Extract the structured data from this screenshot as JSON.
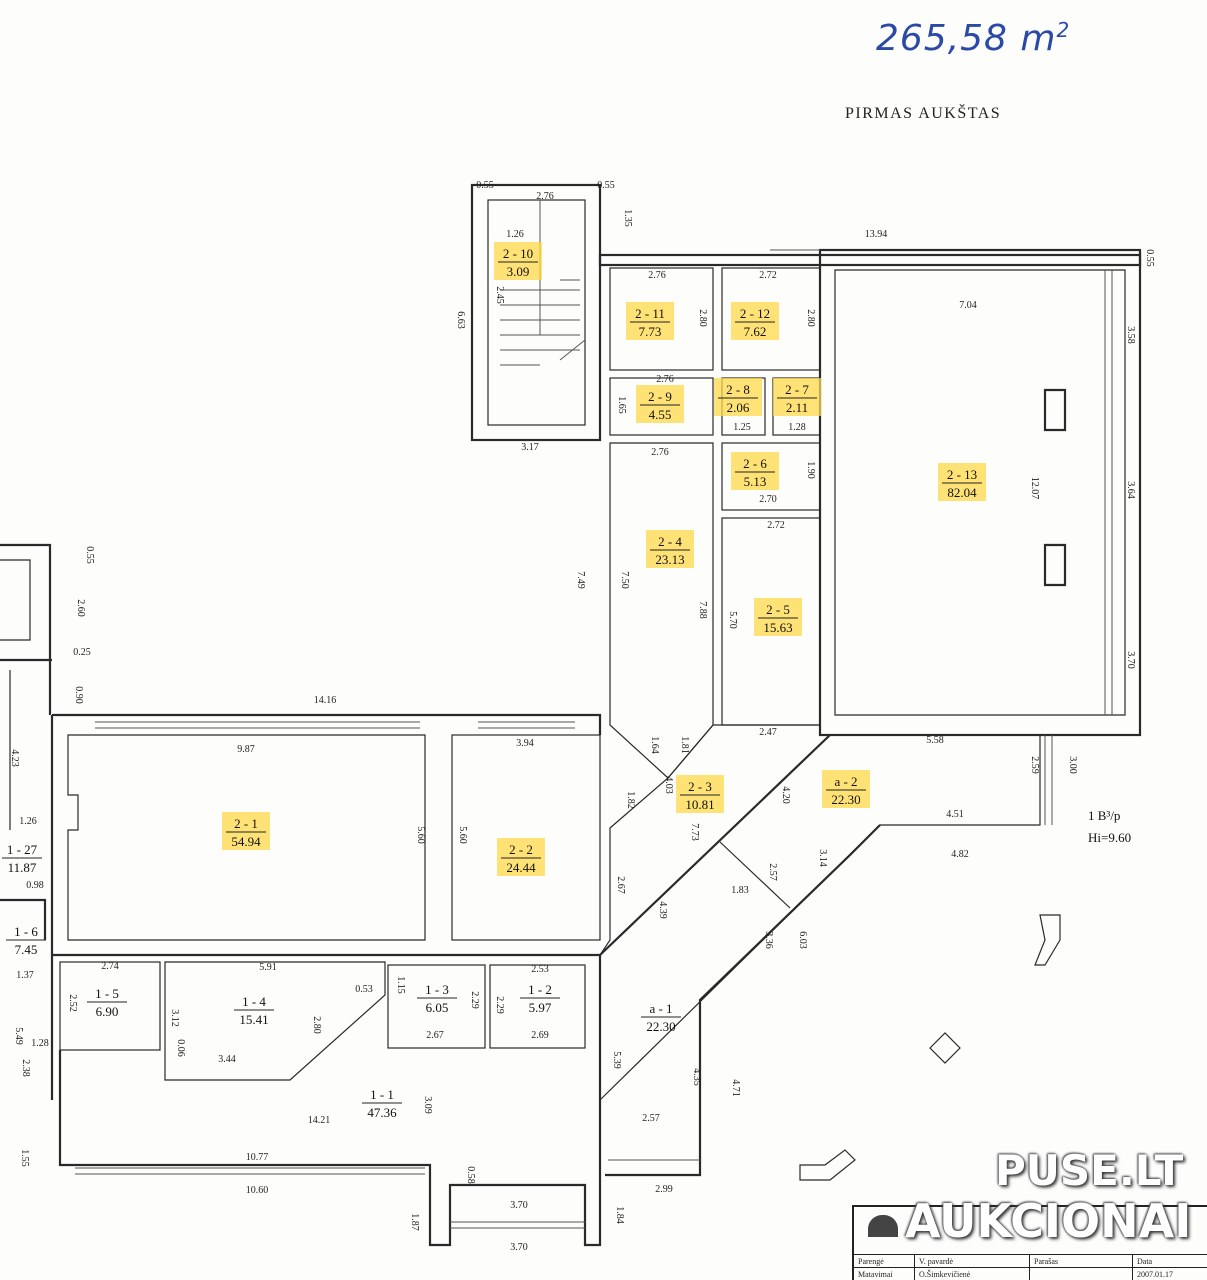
{
  "header": {
    "handwritten_area": "265,58 m",
    "handwritten_area_sup": "2",
    "floor_title": "PIRMAS AUKŠTAS"
  },
  "watermark": {
    "line1": "PUSE.LT",
    "line2": "AUKCIONAI"
  },
  "title_block": {
    "headers": [
      "Parengė",
      "V. pavardė",
      "Parašas",
      "Data"
    ],
    "row": [
      "Matavimai",
      "O.Šimkevičienė",
      "",
      "2007.01.17"
    ]
  },
  "rooms": [
    {
      "id": "2 - 10",
      "area": "3.09",
      "highlighted": true
    },
    {
      "id": "2 - 11",
      "area": "7.73",
      "highlighted": true
    },
    {
      "id": "2 - 12",
      "area": "7.62",
      "highlighted": true
    },
    {
      "id": "2 - 9",
      "area": "4.55",
      "highlighted": true
    },
    {
      "id": "2 - 8",
      "area": "2.06",
      "highlighted": true
    },
    {
      "id": "2 - 7",
      "area": "2.11",
      "highlighted": true
    },
    {
      "id": "2 - 6",
      "area": "5.13",
      "highlighted": true
    },
    {
      "id": "2 - 13",
      "area": "82.04",
      "highlighted": true
    },
    {
      "id": "2 - 4",
      "area": "23.13",
      "highlighted": true
    },
    {
      "id": "2 - 5",
      "area": "15.63",
      "highlighted": true
    },
    {
      "id": "2 - 1",
      "area": "54.94",
      "highlighted": true
    },
    {
      "id": "2 - 2",
      "area": "24.44",
      "highlighted": true
    },
    {
      "id": "2 - 3",
      "area": "10.81",
      "highlighted": true
    },
    {
      "id": "a - 2",
      "area": "22.30",
      "highlighted": true
    },
    {
      "id": "1 - 27",
      "area": "11.87",
      "highlighted": false
    },
    {
      "id": "1 - 6",
      "area": "7.45",
      "highlighted": false
    },
    {
      "id": "1 - 5",
      "area": "6.90",
      "highlighted": false
    },
    {
      "id": "1 - 4",
      "area": "15.41",
      "highlighted": false
    },
    {
      "id": "1 - 3",
      "area": "6.05",
      "highlighted": false
    },
    {
      "id": "1 - 2",
      "area": "5.97",
      "highlighted": false
    },
    {
      "id": "a - 1",
      "area": "22.30",
      "highlighted": false
    },
    {
      "id": "1 - 1",
      "area": "47.36",
      "highlighted": false
    }
  ],
  "dimensions": [
    "0.55",
    "2.76",
    "0.55",
    "1.35",
    "1.26",
    "2.45",
    "6.63",
    "13.94",
    "0.55",
    "2.76",
    "2.72",
    "2.80",
    "2.80",
    "7.04",
    "3.58",
    "2.76",
    "1.65",
    "1.25",
    "1.28",
    "3.17",
    "2.76",
    "1.90",
    "2.70",
    "12.07",
    "3.64",
    "2.72",
    "7.49",
    "7.50",
    "7.88",
    "5.70",
    "3.70",
    "0.55",
    "2.60",
    "0.25",
    "0.90",
    "4.23",
    "14.16",
    "9.87",
    "3.94",
    "1.64",
    "1.81",
    "2.47",
    "5.58",
    "2.59",
    "3.00",
    "1.26",
    "5.60",
    "5.60",
    "1.82",
    "4.03",
    "7.73",
    "4.20",
    "4.51",
    "4.82",
    "3.14",
    "2.57",
    "0.98",
    "2.67",
    "4.39",
    "1.83",
    "3.36",
    "6.03",
    "1.37",
    "2.74",
    "5.91",
    "0.53",
    "1.15",
    "2.29",
    "2.53",
    "2.29",
    "5.49",
    "2.52",
    "3.12",
    "2.80",
    "0.06",
    "3.44",
    "2.67",
    "2.69",
    "5.39",
    "1.28",
    "2.38",
    "14.21",
    "3.09",
    "4.35",
    "4.71",
    "1.55",
    "10.77",
    "10.60",
    "0.58",
    "2.57",
    "2.99",
    "1.87",
    "3.70",
    "1.84",
    "3.70"
  ],
  "annotations": {
    "building_class": "1 B³/p",
    "height": "Hi=9.60"
  }
}
